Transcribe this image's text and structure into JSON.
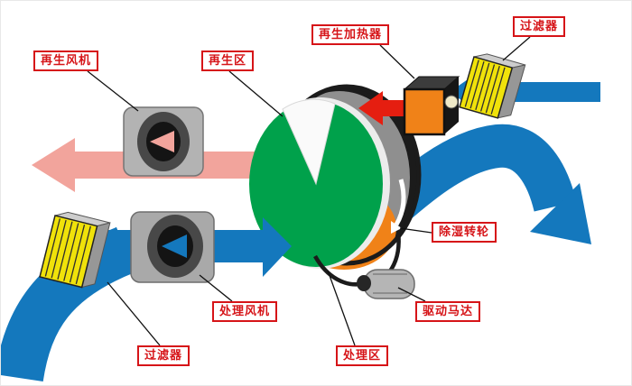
{
  "labels": {
    "regen_fan": "再生风机",
    "regen_zone": "再生区",
    "regen_heater": "再生加热器",
    "filter_top": "过滤器",
    "wheel": "除湿转轮",
    "drive_motor": "驱动马达",
    "process_fan": "处理风机",
    "process_zone": "处理区",
    "filter_bottom": "过滤器"
  },
  "colors": {
    "flow_blue": "#1478bd",
    "exhaust_pink": "#f2a49c",
    "hot_red": "#e51e10",
    "wheel_green": "#00a14b",
    "desiccant_orange": "#f08218",
    "filter_yellow": "#f0e20a",
    "label_red": "#d61418"
  }
}
